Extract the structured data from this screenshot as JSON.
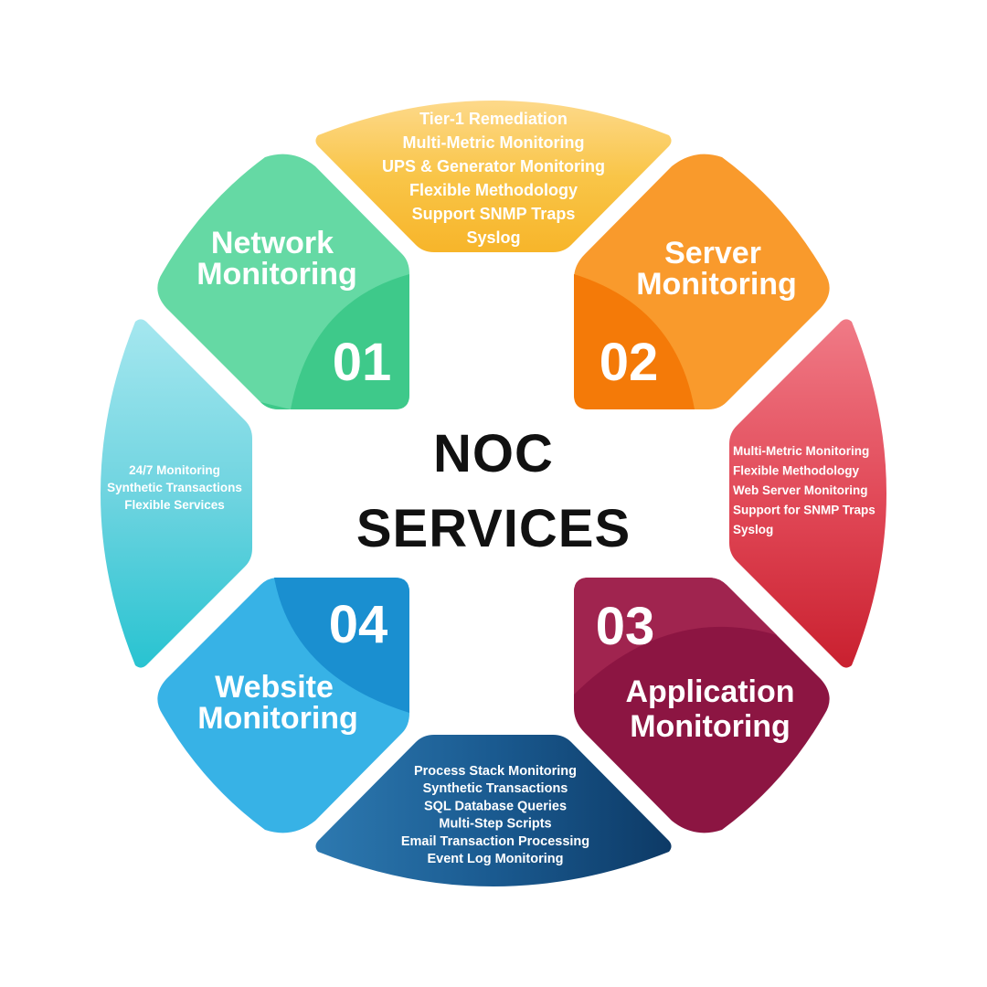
{
  "center": {
    "line1": "NOC",
    "line2": "SERVICES"
  },
  "colors": {
    "network": "#3fc98c",
    "server": "#f7810f",
    "application": "#8a1540",
    "website": "#1f9fd8",
    "top": "#f9c13a",
    "right": "#dd3a4d",
    "bottom": "#164d80",
    "left": "#4dcbd8"
  },
  "segments": {
    "network": {
      "title1": "Network",
      "title2": "Monitoring",
      "number": "01"
    },
    "server": {
      "title1": "Server",
      "title2": "Monitoring",
      "number": "02"
    },
    "application": {
      "title1": "Application",
      "title2": "Monitoring",
      "number": "03"
    },
    "website": {
      "title1": "Website",
      "title2": "Monitoring",
      "number": "04"
    }
  },
  "lists": {
    "top": [
      "Tier-1 Remediation",
      "Multi-Metric Monitoring",
      "UPS & Generator Monitoring",
      "Flexible Methodology",
      "Support SNMP Traps",
      "Syslog"
    ],
    "right": [
      "Multi-Metric Monitoring",
      "Flexible Methodology",
      "Web Server Monitoring",
      "Support for SNMP Traps",
      "Syslog"
    ],
    "bottom": [
      "Process Stack Monitoring",
      "Synthetic Transactions",
      "SQL Database Queries",
      "Multi-Step Scripts",
      "Email Transaction Processing",
      "Event Log Monitoring"
    ],
    "left": [
      "24/7 Monitoring",
      "Synthetic Transactions",
      "Flexible Services"
    ]
  }
}
